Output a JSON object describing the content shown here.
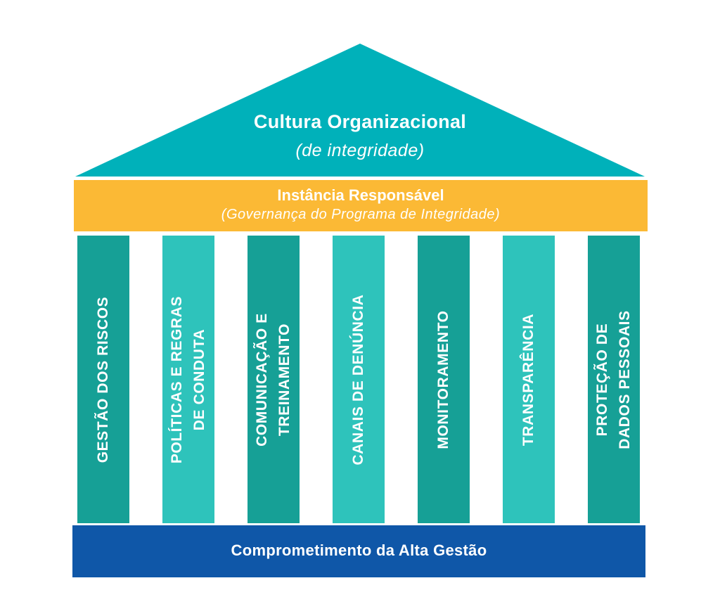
{
  "roof": {
    "title": "Cultura Organizacional",
    "subtitle": "(de integridade)",
    "color": "#00b1ba"
  },
  "beam": {
    "title": "Instância Responsável",
    "subtitle": "(Governança do Programa de Integridade)",
    "color": "#fbb935"
  },
  "pillars": [
    {
      "lines": [
        "GESTÃO DOS RISCOS"
      ],
      "color": "#16a096"
    },
    {
      "lines": [
        "POLÍTICAS E REGRAS",
        "DE CONDUTA"
      ],
      "color": "#2ec3bb"
    },
    {
      "lines": [
        "COMUNICAÇÃO E",
        "TREINAMENTO"
      ],
      "color": "#16a096"
    },
    {
      "lines": [
        "CANAIS DE DENÚNCIA"
      ],
      "color": "#2ec3bb"
    },
    {
      "lines": [
        "MONITORAMENTO"
      ],
      "color": "#16a096"
    },
    {
      "lines": [
        "TRANSPARÊNCIA"
      ],
      "color": "#2ec3bb"
    },
    {
      "lines": [
        "PROTEÇÃO DE",
        "DADOS PESSOAIS"
      ],
      "color": "#16a096"
    }
  ],
  "base": {
    "title": "Comprometimento da Alta Gestão",
    "color": "#0f57a8"
  }
}
